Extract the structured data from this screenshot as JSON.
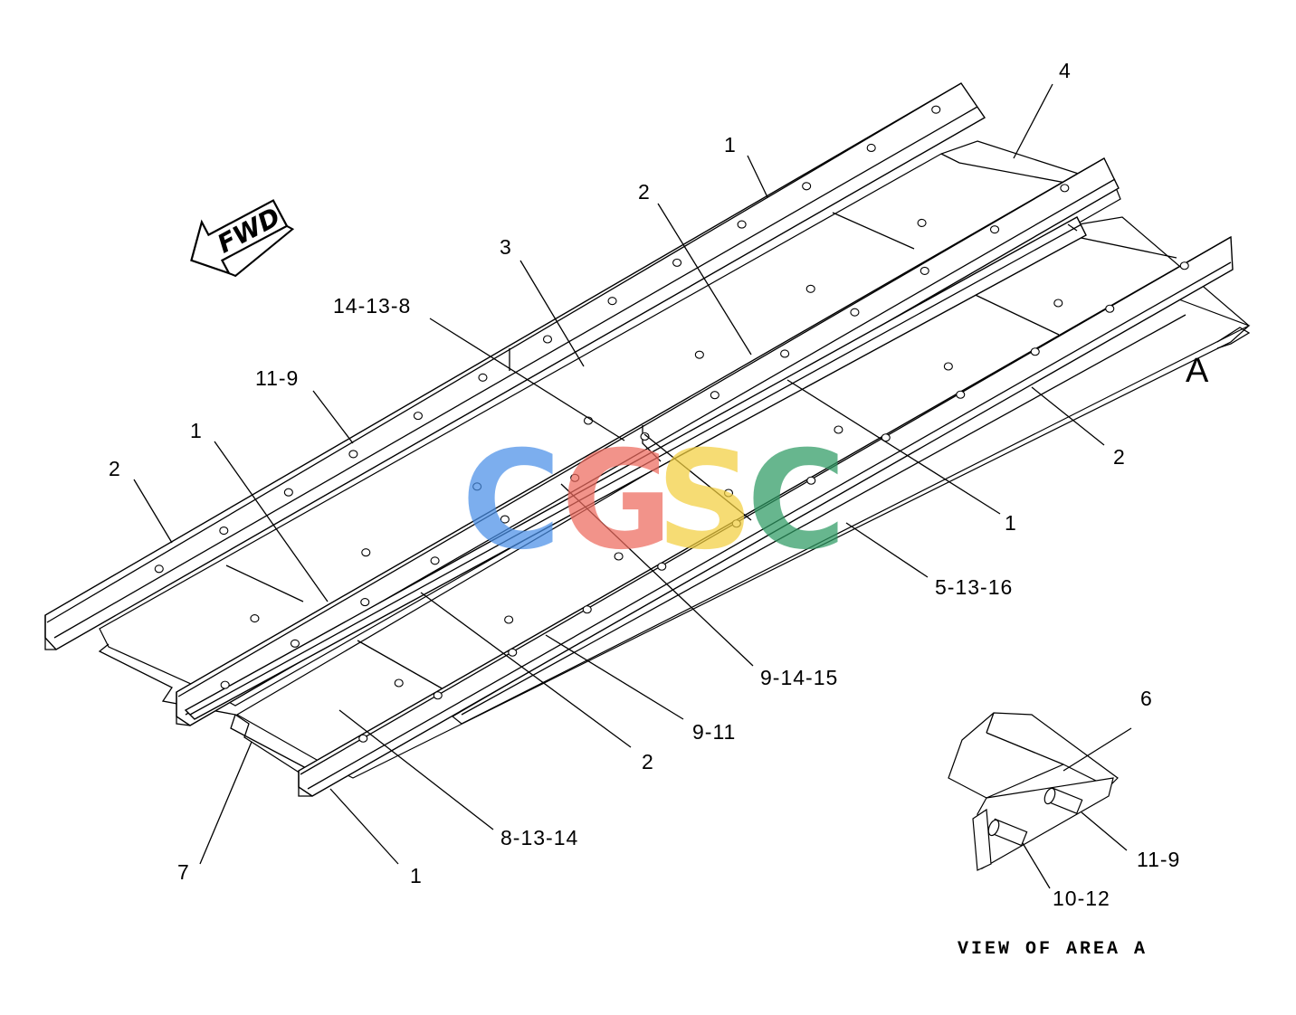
{
  "callouts": {
    "c1_top": "1",
    "c1_mid_right": "1",
    "c1_left": "1",
    "c1_bottom": "1",
    "c2_top": "2",
    "c2_right": "2",
    "c2_left": "2",
    "c2_bottom": "2",
    "c3": "3",
    "c4": "4",
    "c6": "6",
    "c7": "7",
    "c14_13_8": "14-13-8",
    "c11_9_left": "11-9",
    "c11_9_detail": "11-9",
    "c5_13_16": "5-13-16",
    "c9_14_15": "9-14-15",
    "c9_11": "9-11",
    "c8_13_14": "8-13-14",
    "c10_12": "10-12"
  },
  "area_marker": "A",
  "view_caption": "VIEW OF AREA A",
  "direction_arrow": {
    "label": "FWD",
    "icon": "arrow-left-icon"
  },
  "watermark": {
    "letters": [
      "C",
      "G",
      "S",
      "C"
    ],
    "colors": [
      "#4a90e8",
      "#ee6a5e",
      "#f3cf3f",
      "#2e9a63"
    ]
  },
  "line_color": "#000000",
  "background_color": "#ffffff"
}
